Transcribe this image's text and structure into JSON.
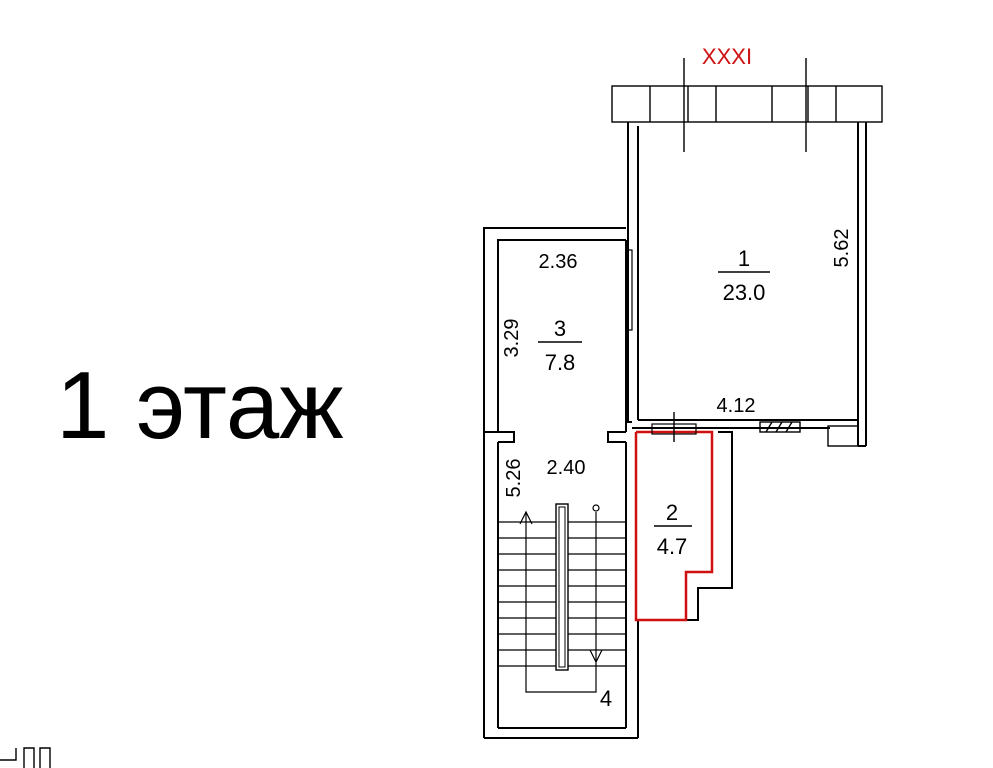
{
  "floor_title": "1 этаж",
  "axis_label": "XXXI",
  "accent_color": "#d01010",
  "rooms": [
    {
      "number": "1",
      "area": "23.0"
    },
    {
      "number": "2",
      "area": "4.7"
    },
    {
      "number": "3",
      "area": "7.8"
    },
    {
      "number": "4"
    }
  ],
  "dimensions": {
    "room1_height": "5.62",
    "room1_width": "4.12",
    "room3_width": "2.36",
    "room3_height": "3.29",
    "room4_width": "2.40",
    "room4_height": "5.26"
  }
}
